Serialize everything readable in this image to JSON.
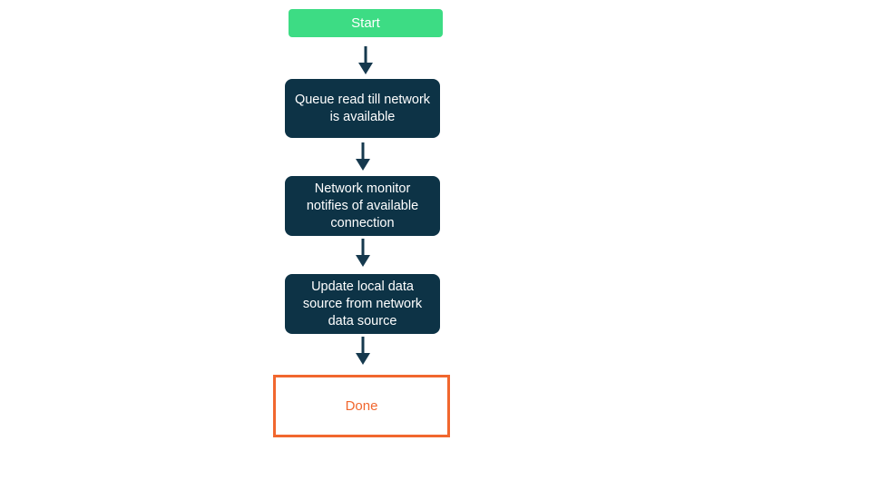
{
  "diagram": {
    "type": "flowchart",
    "direction": "top-down",
    "nodes": [
      {
        "id": "start",
        "kind": "start",
        "label": "Start"
      },
      {
        "id": "queue",
        "kind": "process",
        "label": "Queue read till network is available"
      },
      {
        "id": "monitor",
        "kind": "process",
        "label": "Network monitor notifies of available connection"
      },
      {
        "id": "update",
        "kind": "process",
        "label": "Update local data source from network data source"
      },
      {
        "id": "done",
        "kind": "end",
        "label": "Done"
      }
    ],
    "edges": [
      {
        "from": "start",
        "to": "queue"
      },
      {
        "from": "queue",
        "to": "monitor"
      },
      {
        "from": "monitor",
        "to": "update"
      },
      {
        "from": "update",
        "to": "done"
      }
    ],
    "colors": {
      "background": "#ffffff",
      "start_bg": "#3ddc84",
      "process_bg": "#0d3346",
      "node_text": "#ffffff",
      "end_border": "#f1672e",
      "end_text": "#f1672e",
      "arrow": "#16394e"
    }
  }
}
